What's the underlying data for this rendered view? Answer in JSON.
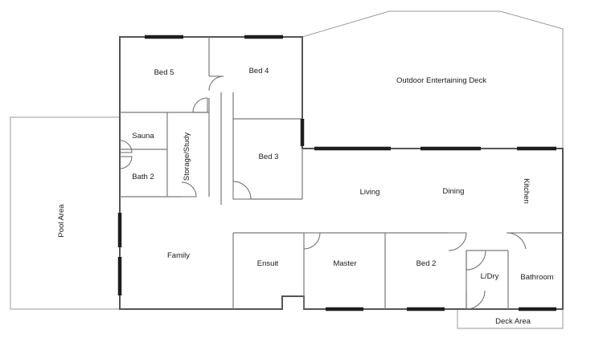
{
  "rooms": {
    "bed5": "Bed 5",
    "bed4": "Bed 4",
    "outdoor_deck": "Outdoor Entertaining Deck",
    "sauna": "Sauna",
    "storage": "Storage/Study",
    "bed3": "Bed 3",
    "bath2": "Bath 2",
    "pool": "Pool Area",
    "living": "Living",
    "dining": "Dining",
    "kitchen": "Kitchen",
    "family": "Family",
    "ensuit": "Ensuit",
    "master": "Master",
    "bed2": "Bed 2",
    "ldry": "L/Dry",
    "bathroom": "Bathroom",
    "deck_area": "Deck Area"
  }
}
